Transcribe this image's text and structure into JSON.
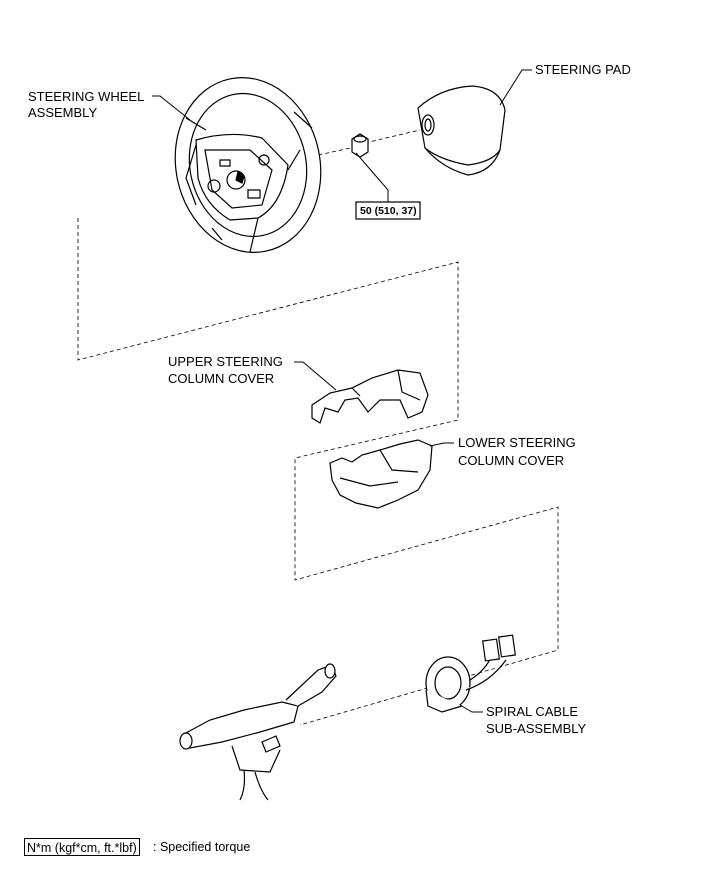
{
  "labels": {
    "steering_wheel_1": "STEERING WHEEL",
    "steering_wheel_2": "ASSEMBLY",
    "steering_pad": "STEERING PAD",
    "torque_value": "50 (510, 37)",
    "upper_cover_1": "UPPER STEERING",
    "upper_cover_2": "COLUMN COVER",
    "lower_cover_1": "LOWER STEERING",
    "lower_cover_2": "COLUMN COVER",
    "spiral_1": "SPIRAL CABLE",
    "spiral_2": "SUB-ASSEMBLY"
  },
  "legend": {
    "unit": "N*m (kgf*cm, ft.*lbf)",
    "text": ": Specified torque"
  }
}
